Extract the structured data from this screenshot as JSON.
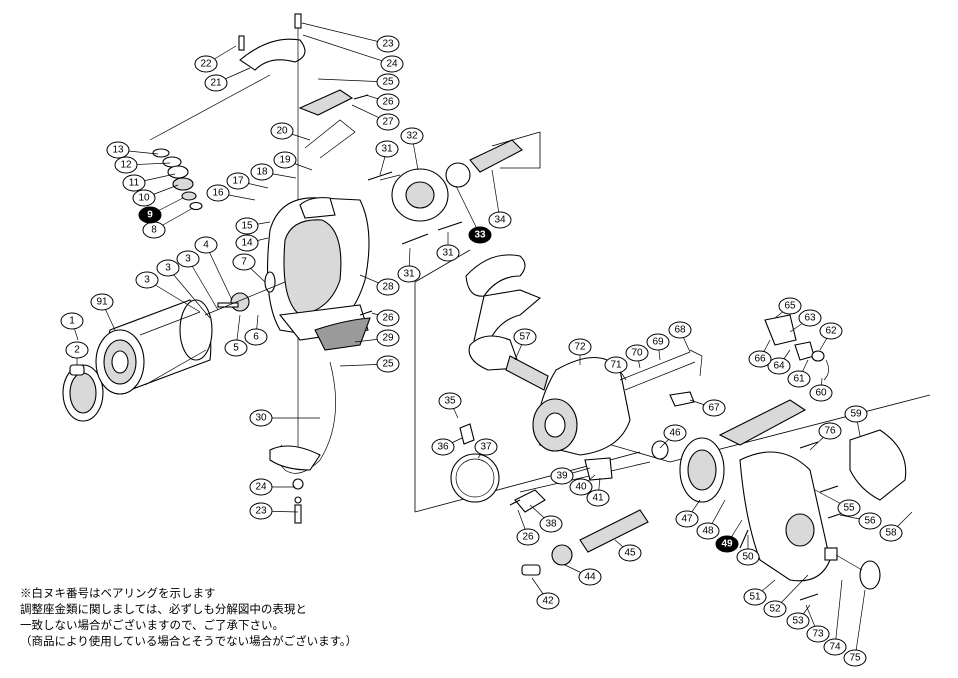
{
  "callouts": [
    {
      "label": "1"
    },
    {
      "label": "2"
    },
    {
      "label": "3"
    },
    {
      "label": "3"
    },
    {
      "label": "3"
    },
    {
      "label": "4"
    },
    {
      "label": "5"
    },
    {
      "label": "6"
    },
    {
      "label": "7"
    },
    {
      "label": "8"
    },
    {
      "label": "9",
      "bearing": true
    },
    {
      "label": "10"
    },
    {
      "label": "11"
    },
    {
      "label": "12"
    },
    {
      "label": "13"
    },
    {
      "label": "14"
    },
    {
      "label": "15"
    },
    {
      "label": "16"
    },
    {
      "label": "17"
    },
    {
      "label": "18"
    },
    {
      "label": "19"
    },
    {
      "label": "20"
    },
    {
      "label": "21"
    },
    {
      "label": "22"
    },
    {
      "label": "23"
    },
    {
      "label": "23"
    },
    {
      "label": "24"
    },
    {
      "label": "24"
    },
    {
      "label": "25"
    },
    {
      "label": "25"
    },
    {
      "label": "26"
    },
    {
      "label": "26"
    },
    {
      "label": "26"
    },
    {
      "label": "27"
    },
    {
      "label": "28"
    },
    {
      "label": "29"
    },
    {
      "label": "30"
    },
    {
      "label": "31"
    },
    {
      "label": "31"
    },
    {
      "label": "31"
    },
    {
      "label": "32"
    },
    {
      "label": "33",
      "bearing": true
    },
    {
      "label": "34"
    },
    {
      "label": "35"
    },
    {
      "label": "36"
    },
    {
      "label": "37"
    },
    {
      "label": "38"
    },
    {
      "label": "39"
    },
    {
      "label": "40"
    },
    {
      "label": "41"
    },
    {
      "label": "42"
    },
    {
      "label": "44"
    },
    {
      "label": "45"
    },
    {
      "label": "46"
    },
    {
      "label": "47"
    },
    {
      "label": "48"
    },
    {
      "label": "49",
      "bearing": true
    },
    {
      "label": "50"
    },
    {
      "label": "51"
    },
    {
      "label": "52"
    },
    {
      "label": "53"
    },
    {
      "label": "55"
    },
    {
      "label": "56"
    },
    {
      "label": "57"
    },
    {
      "label": "58"
    },
    {
      "label": "59"
    },
    {
      "label": "60"
    },
    {
      "label": "61"
    },
    {
      "label": "62"
    },
    {
      "label": "63"
    },
    {
      "label": "64"
    },
    {
      "label": "65"
    },
    {
      "label": "66"
    },
    {
      "label": "67"
    },
    {
      "label": "68"
    },
    {
      "label": "69"
    },
    {
      "label": "70"
    },
    {
      "label": "71"
    },
    {
      "label": "72"
    },
    {
      "label": "73"
    },
    {
      "label": "74"
    },
    {
      "label": "75"
    },
    {
      "label": "76"
    },
    {
      "label": "91"
    }
  ],
  "notes": [
    "※白ヌキ番号はベアリングを示します",
    "調整座金類に関しましては、必ずしも分解図中の表現と",
    "一致しない場合がございますので、ご了承下さい。",
    "（商品により使用している場合とそうでない場合がございます。）"
  ]
}
